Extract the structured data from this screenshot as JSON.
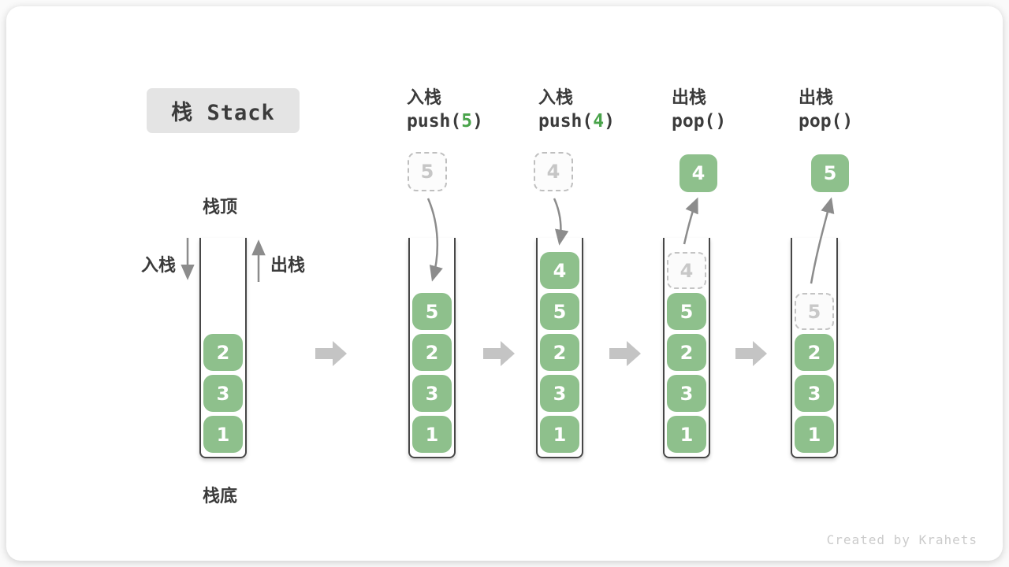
{
  "title": "栈 Stack",
  "watermark": "Created by Krahets",
  "legend": {
    "stack_top": "栈顶",
    "stack_bottom": "栈底",
    "push": "入栈",
    "pop": "出栈"
  },
  "diagram": {
    "operations": [
      {
        "label": "入栈",
        "code_prefix": "push(",
        "code_arg": "5",
        "code_suffix": ")"
      },
      {
        "label": "入栈",
        "code_prefix": "push(",
        "code_arg": "4",
        "code_suffix": ")"
      },
      {
        "label": "出栈",
        "code_prefix": "pop(",
        "code_arg": "",
        "code_suffix": ")"
      },
      {
        "label": "出栈",
        "code_prefix": "pop(",
        "code_arg": "",
        "code_suffix": ")"
      }
    ],
    "floating_boxes": [
      {
        "value": "5",
        "style": "dashed"
      },
      {
        "value": "4",
        "style": "dashed"
      },
      {
        "value": "4",
        "style": "solid"
      },
      {
        "value": "5",
        "style": "solid"
      }
    ],
    "stacks": [
      {
        "cells": [
          {
            "value": "2"
          },
          {
            "value": "3"
          },
          {
            "value": "1"
          }
        ]
      },
      {
        "cells": [
          {
            "value": "5"
          },
          {
            "value": "2"
          },
          {
            "value": "3"
          },
          {
            "value": "1"
          }
        ]
      },
      {
        "cells": [
          {
            "value": "4"
          },
          {
            "value": "5"
          },
          {
            "value": "2"
          },
          {
            "value": "3"
          },
          {
            "value": "1"
          }
        ]
      },
      {
        "cells": [
          {
            "value": "4",
            "ghost": true
          },
          {
            "value": "5"
          },
          {
            "value": "2"
          },
          {
            "value": "3"
          },
          {
            "value": "1"
          }
        ]
      },
      {
        "cells": [
          {
            "value": "5",
            "ghost": true
          },
          {
            "value": "2"
          },
          {
            "value": "3"
          },
          {
            "value": "1"
          }
        ]
      }
    ]
  },
  "colors": {
    "cell_green": "#8ec08c",
    "code_arg_green": "#49a34a",
    "arrow_gray": "#8c8c8c",
    "block_arrow_gray": "#c4c4c4",
    "badge_bg": "#e4e4e4",
    "text_dark": "#3b3b3b",
    "ghost_text": "#c8c8c8",
    "wall_dark": "#474747",
    "watermark_gray": "#cbcbcb"
  }
}
